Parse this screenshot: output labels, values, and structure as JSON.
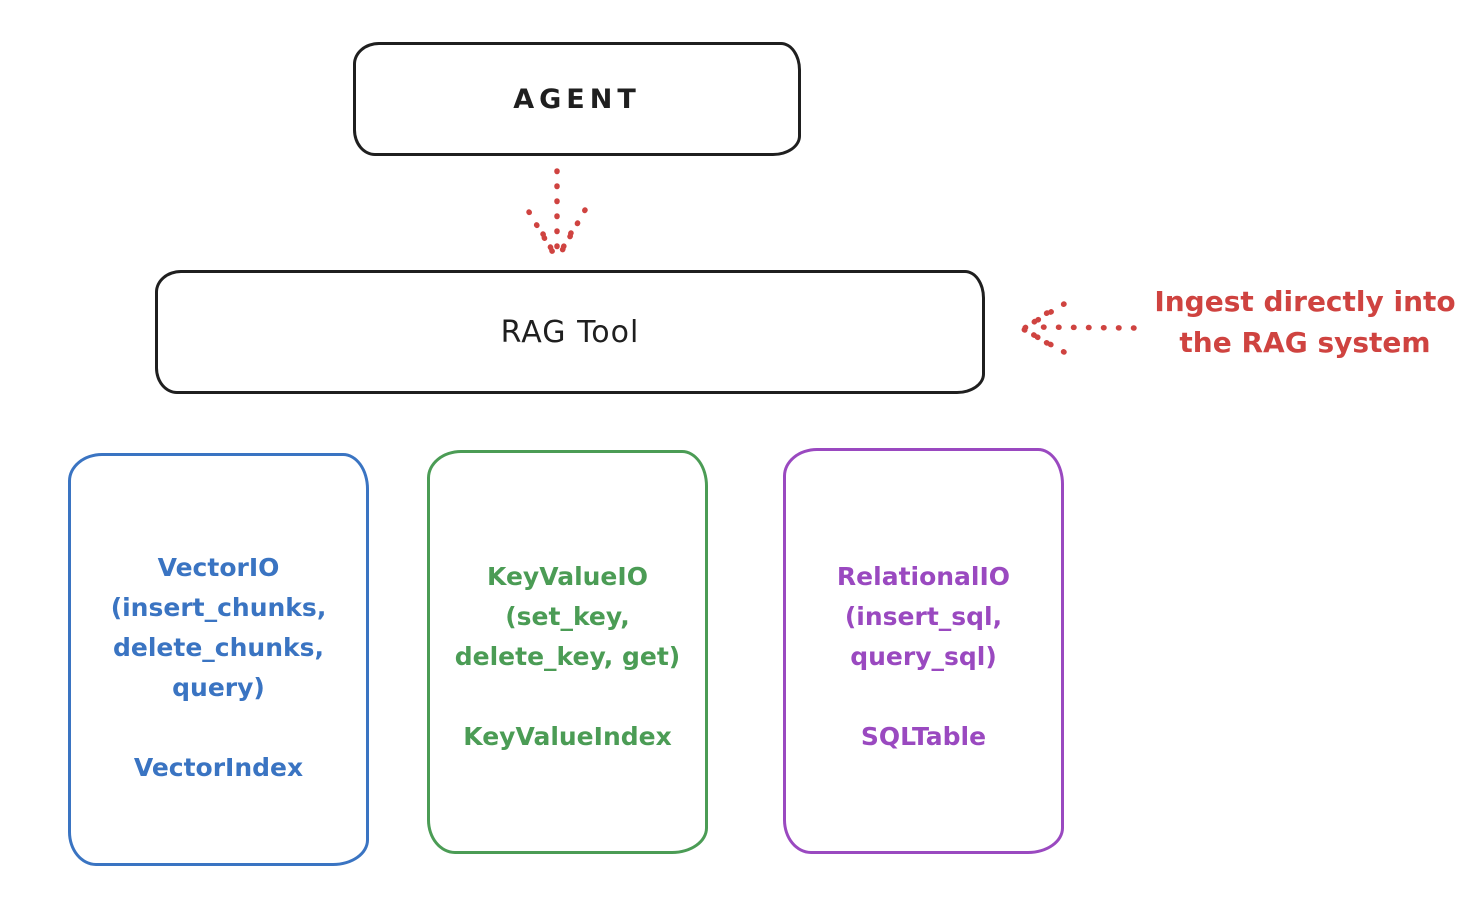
{
  "colors": {
    "black": "#1f1f1f",
    "red": "#cf4340",
    "blue": "#3a74c2",
    "green": "#4b9c55",
    "purple": "#9a49c0",
    "background": "#ffffff"
  },
  "agent_box": {
    "label": "AGENT"
  },
  "rag_box": {
    "label": "RAG Tool"
  },
  "annotation": {
    "line1": "Ingest directly into",
    "line2": "the RAG system"
  },
  "arrows": [
    {
      "name": "agent-to-rag-arrow",
      "style": "dotted",
      "color": "#cf4340",
      "direction": "down"
    },
    {
      "name": "annotation-to-rag-arrow",
      "style": "dotted",
      "color": "#cf4340",
      "direction": "left"
    }
  ],
  "io_boxes": [
    {
      "name": "vector-io",
      "color": "#3a74c2",
      "lines": [
        "VectorIO",
        "(insert_chunks,",
        "delete_chunks,",
        "query)"
      ],
      "index": "VectorIndex"
    },
    {
      "name": "keyvalue-io",
      "color": "#4b9c55",
      "lines": [
        "KeyValueIO",
        "(set_key,",
        "delete_key, get)"
      ],
      "index": "KeyValueIndex"
    },
    {
      "name": "relational-io",
      "color": "#9a49c0",
      "lines": [
        "RelationalIO",
        "(insert_sql,",
        "query_sql)"
      ],
      "index": "SQLTable"
    }
  ]
}
